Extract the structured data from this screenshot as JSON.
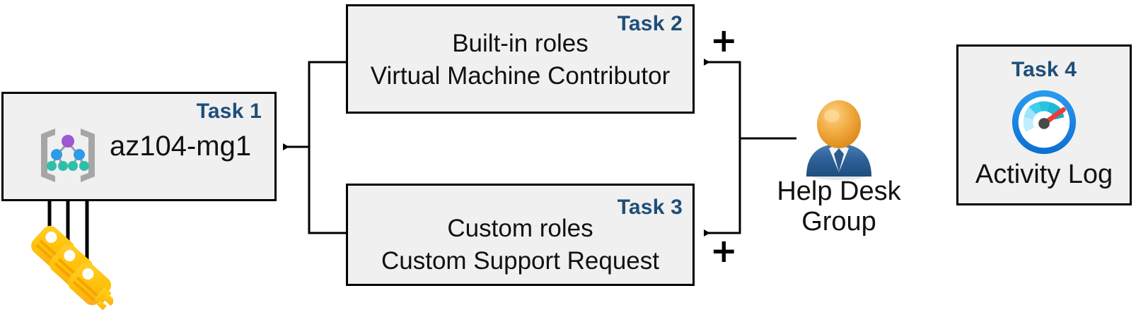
{
  "diagram": {
    "title": "Azure RBAC tasks diagram",
    "accent_color": "#1F4E79",
    "box_fill": "#F0F0F0",
    "box_border": "#000000",
    "line_color": "#000000"
  },
  "tasks": [
    {
      "tag": "Task 1",
      "label": "az104-mg1",
      "icon": "management-group-icon"
    },
    {
      "tag": "Task 2",
      "line1": "Built-in roles",
      "line2": "Virtual Machine Contributor"
    },
    {
      "tag": "Task 3",
      "line1": "Custom roles",
      "line2": "Custom Support Request"
    },
    {
      "tag": "Task 4",
      "label": "Activity Log",
      "icon": "gauge-icon"
    }
  ],
  "actor": {
    "name_line1": "Help Desk",
    "name_line2": "Group",
    "icon": "user-person-icon"
  },
  "connectors": {
    "plus_top": "+",
    "plus_bottom": "+",
    "keys_icon": "keys-icon",
    "key_count": 3
  }
}
